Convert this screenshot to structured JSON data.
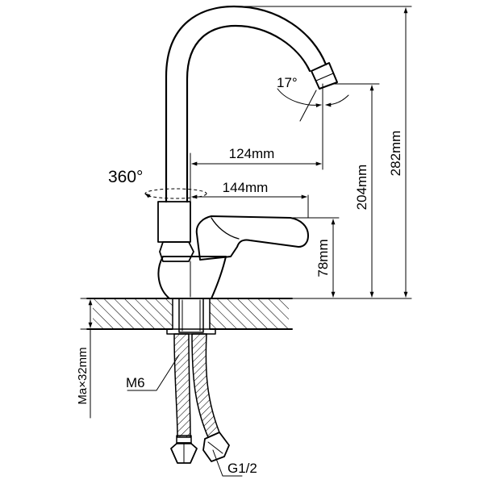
{
  "dimensions": {
    "total_height": "282mm",
    "spout_height": "204mm",
    "handle_height": "78mm",
    "reach_to_spout": "124mm",
    "reach_to_handle": "144mm",
    "counter_thickness": "Ma×32mm",
    "spout_tilt": "17°",
    "rotation": "360°"
  },
  "connections": {
    "stud_thread": "M6",
    "hose_thread": "G1/2"
  }
}
